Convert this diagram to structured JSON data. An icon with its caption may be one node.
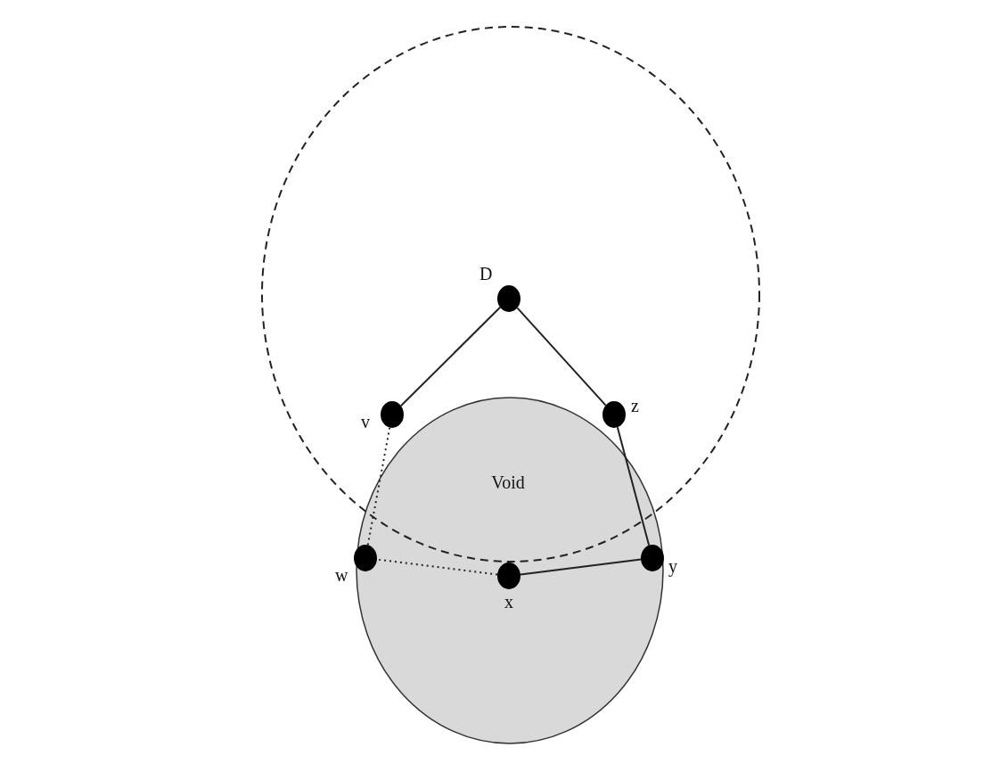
{
  "diagram": {
    "nodes": [
      {
        "text": [],
        "shape": "circle"
      },
      {
        "text": [],
        "shape": "circle",
        "beside": [
          "D"
        ],
        "in": 0
      },
      {
        "text": [],
        "shape": "circle",
        "beside": [
          "v"
        ],
        "in": 0
      },
      {
        "text": [],
        "shape": "circle",
        "beside": [
          "z"
        ],
        "in": 0
      },
      {
        "text": [
          "Void"
        ]
      },
      {
        "text": [],
        "shape": "circle",
        "beside": [
          "w"
        ],
        "in": 4
      },
      {
        "text": [],
        "shape": "circle",
        "beside": [
          "x"
        ],
        "in": 4
      },
      {
        "text": [],
        "shape": "circle",
        "beside": [
          "y"
        ],
        "in": 4
      }
    ],
    "edges": [
      {
        "from": 1,
        "to": 2,
        "arrow": "none"
      },
      {
        "from": 1,
        "to": 3,
        "arrow": "none"
      },
      {
        "from": 3,
        "to": 7,
        "arrow": "none"
      },
      {
        "from": 7,
        "to": 6,
        "arrow": "none"
      },
      {
        "from": 6,
        "to": 5,
        "arrow": "none",
        "style": "dashed"
      },
      {
        "from": 5,
        "to": 2,
        "arrow": "none",
        "style": "dashed"
      }
    ]
  }
}
